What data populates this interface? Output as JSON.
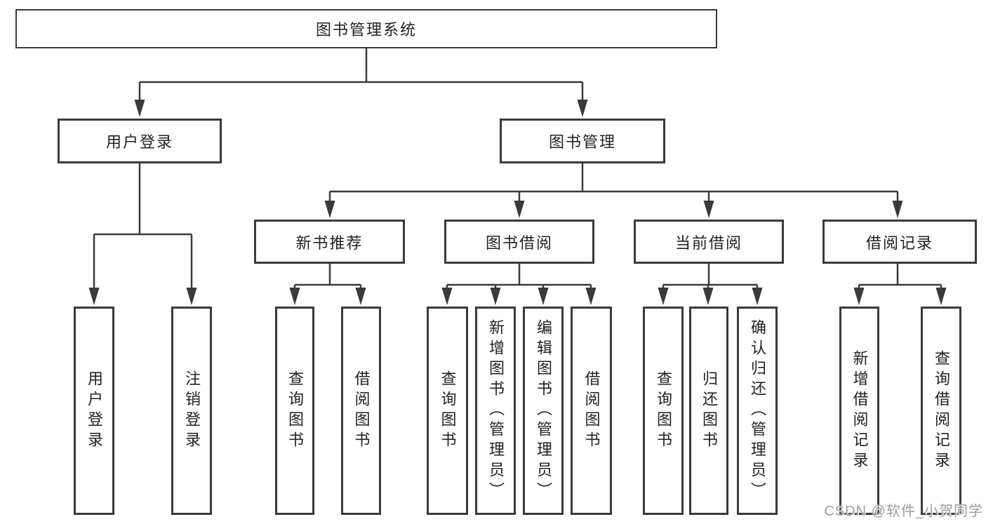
{
  "tree": {
    "root": {
      "label": "图书管理系统",
      "children": [
        {
          "label": "用户登录",
          "children": [
            {
              "label": "用户登录"
            },
            {
              "label": "注销登录"
            }
          ]
        },
        {
          "label": "图书管理",
          "children": [
            {
              "label": "新书推荐",
              "children": [
                {
                  "label": "查询图书"
                },
                {
                  "label": "借阅图书"
                }
              ]
            },
            {
              "label": "图书借阅",
              "children": [
                {
                  "label": "查询图书"
                },
                {
                  "label": "新增图书（管理员）"
                },
                {
                  "label": "编辑图书（管理员）"
                },
                {
                  "label": "借阅图书"
                }
              ]
            },
            {
              "label": "当前借阅",
              "children": [
                {
                  "label": "查询图书"
                },
                {
                  "label": "归还图书"
                },
                {
                  "label": "确认归还（管理员）"
                }
              ]
            },
            {
              "label": "借阅记录",
              "children": [
                {
                  "label": "新增借阅记录"
                },
                {
                  "label": "查询借阅记录"
                }
              ]
            }
          ]
        }
      ]
    }
  },
  "watermark": {
    "text": "CSDN @软件_小贺同学"
  },
  "colors": {
    "line": "#3a3a3a",
    "box_border": "#3a3a3a",
    "box_fill": "#ffffff",
    "text": "#222222",
    "watermark": "#9c9c9c",
    "background": "#ffffff"
  }
}
